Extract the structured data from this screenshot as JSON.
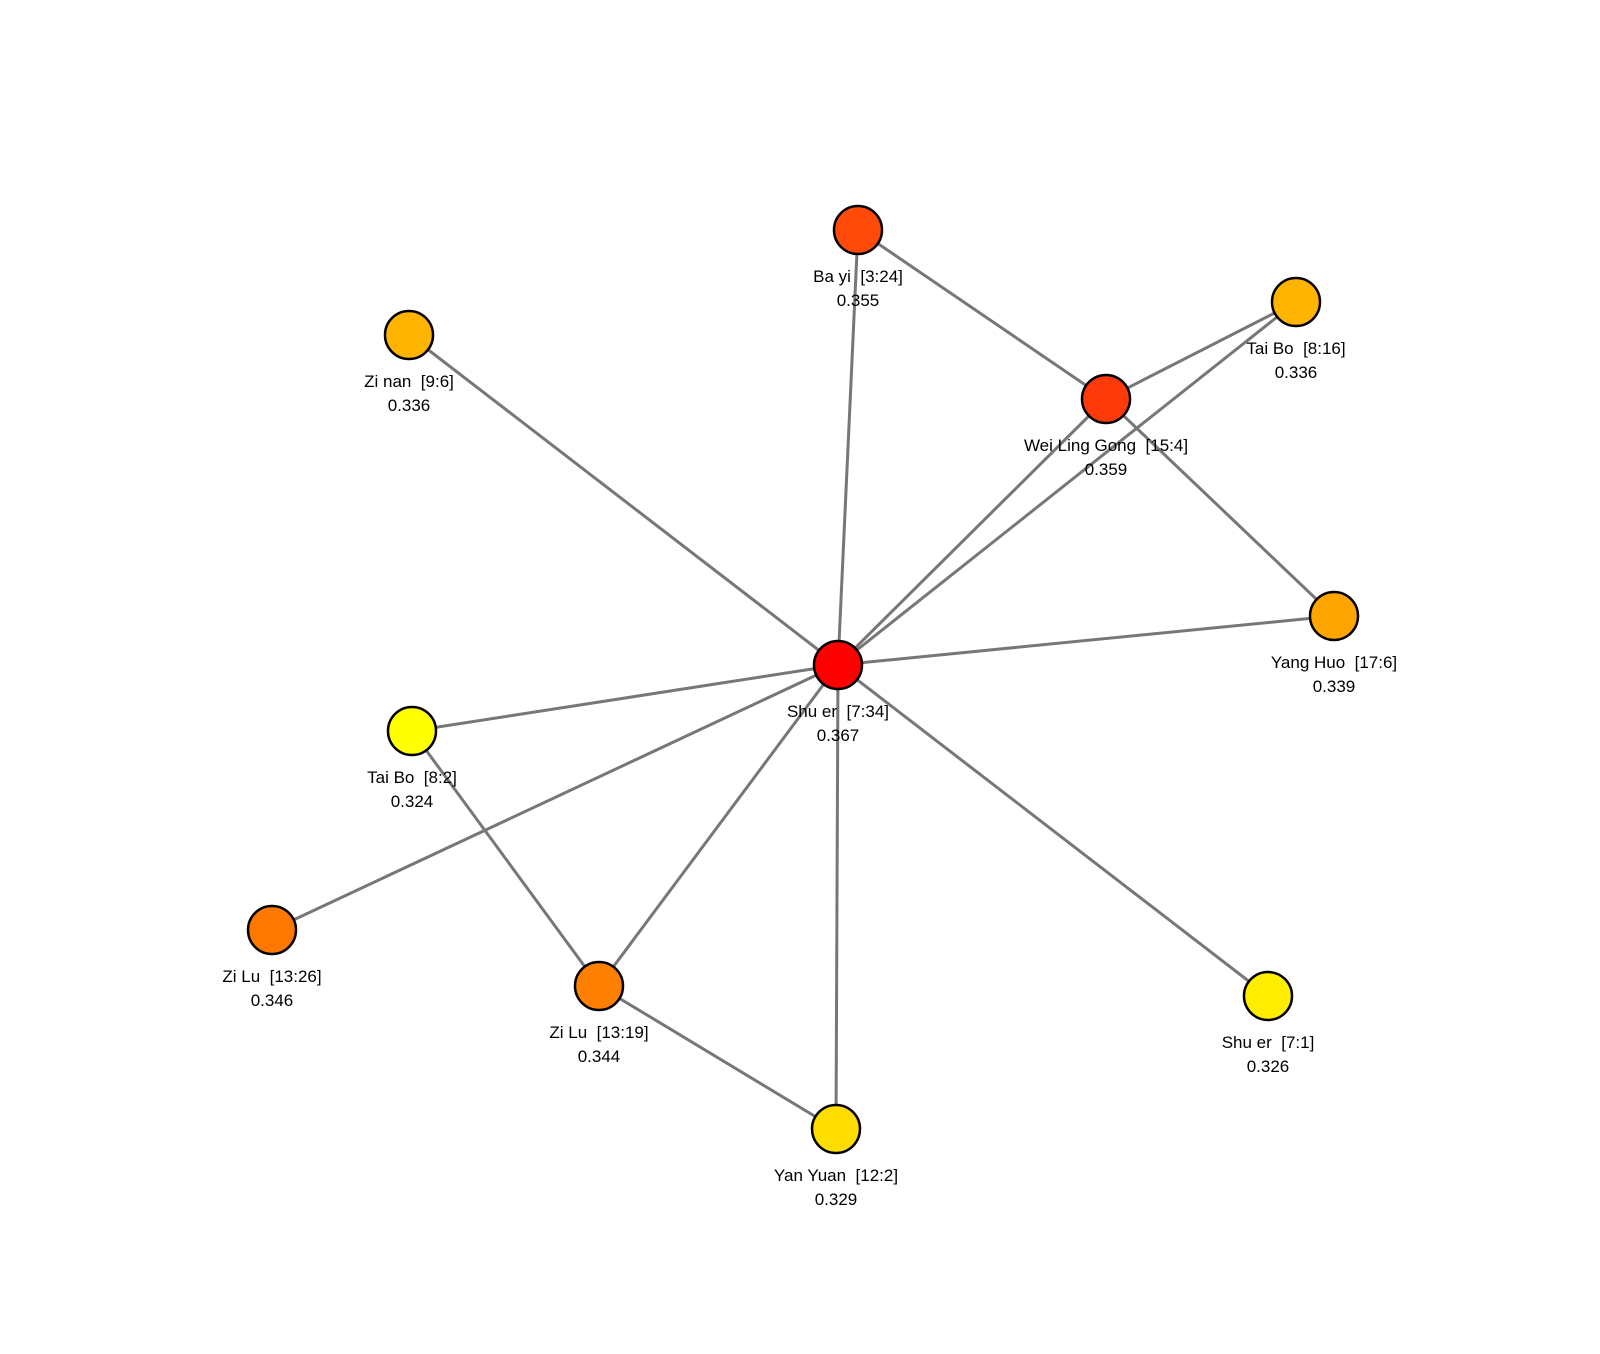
{
  "nodes": [
    {
      "id": "shu-er-7-34",
      "label": "Shu er  [7:34]",
      "value": "0.367",
      "color": "#ff0000"
    },
    {
      "id": "wei-ling-gong-15-4",
      "label": "Wei Ling Gong  [15:4]",
      "value": "0.359",
      "color": "#ff3a0a"
    },
    {
      "id": "ba-yi-3-24",
      "label": "Ba yi  [3:24]",
      "value": "0.355",
      "color": "#ff4a0a"
    },
    {
      "id": "zi-lu-13-26",
      "label": "Zi Lu  [13:26]",
      "value": "0.346",
      "color": "#ff7800"
    },
    {
      "id": "zi-lu-13-19",
      "label": "Zi Lu  [13:19]",
      "value": "0.344",
      "color": "#ff8000"
    },
    {
      "id": "yang-huo-17-6",
      "label": "Yang Huo  [17:6]",
      "value": "0.339",
      "color": "#ffa500"
    },
    {
      "id": "tai-bo-8-16",
      "label": "Tai Bo  [8:16]",
      "value": "0.336",
      "color": "#ffb400"
    },
    {
      "id": "zi-nan-9-6",
      "label": "Zi nan  [9:6]",
      "value": "0.336",
      "color": "#ffb400"
    },
    {
      "id": "yan-yuan-12-2",
      "label": "Yan Yuan  [12:2]",
      "value": "0.329",
      "color": "#ffdd00"
    },
    {
      "id": "shu-er-7-1",
      "label": "Shu er  [7:1]",
      "value": "0.326",
      "color": "#ffee00"
    },
    {
      "id": "tai-bo-8-2",
      "label": "Tai Bo  [8:2]",
      "value": "0.324",
      "color": "#ffff00"
    }
  ],
  "edges": [
    [
      "shu-er-7-34",
      "zi-nan-9-6"
    ],
    [
      "shu-er-7-34",
      "ba-yi-3-24"
    ],
    [
      "shu-er-7-34",
      "wei-ling-gong-15-4"
    ],
    [
      "shu-er-7-34",
      "tai-bo-8-16"
    ],
    [
      "shu-er-7-34",
      "yang-huo-17-6"
    ],
    [
      "shu-er-7-34",
      "tai-bo-8-2"
    ],
    [
      "shu-er-7-34",
      "zi-lu-13-26"
    ],
    [
      "shu-er-7-34",
      "zi-lu-13-19"
    ],
    [
      "shu-er-7-34",
      "yan-yuan-12-2"
    ],
    [
      "shu-er-7-34",
      "shu-er-7-1"
    ],
    [
      "ba-yi-3-24",
      "wei-ling-gong-15-4"
    ],
    [
      "wei-ling-gong-15-4",
      "tai-bo-8-16"
    ],
    [
      "wei-ling-gong-15-4",
      "yang-huo-17-6"
    ],
    [
      "tai-bo-8-2",
      "zi-lu-13-19"
    ],
    [
      "zi-lu-13-19",
      "yan-yuan-12-2"
    ]
  ]
}
